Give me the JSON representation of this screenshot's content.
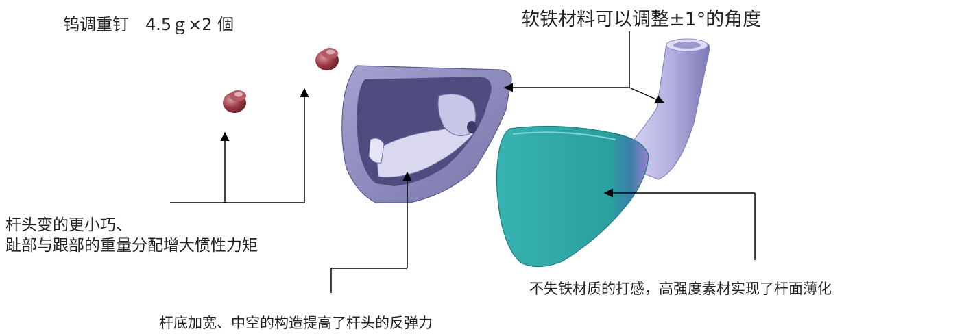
{
  "labels": {
    "weight_screw": "钨调重钉　4.5ｇ×2 個",
    "soft_iron": "软铁材料可以调整±1°的角度",
    "head_smaller_line1": "杆头变的更小巧、",
    "head_smaller_line2": "趾部与跟部的重量分配增大惯性力矩",
    "face_material": "不失铁材质的打感，高强度素材实现了杆面薄化",
    "sole_wide": "杆底加宽、中空的构造提高了杆头的反弹力"
  },
  "colors": {
    "face_teal": "#2aa5a4",
    "body_violet": "#5f5d8f",
    "hosel_lavender": "#b6b4e2",
    "screw_red": "#8a2e38",
    "line": "#000000"
  }
}
